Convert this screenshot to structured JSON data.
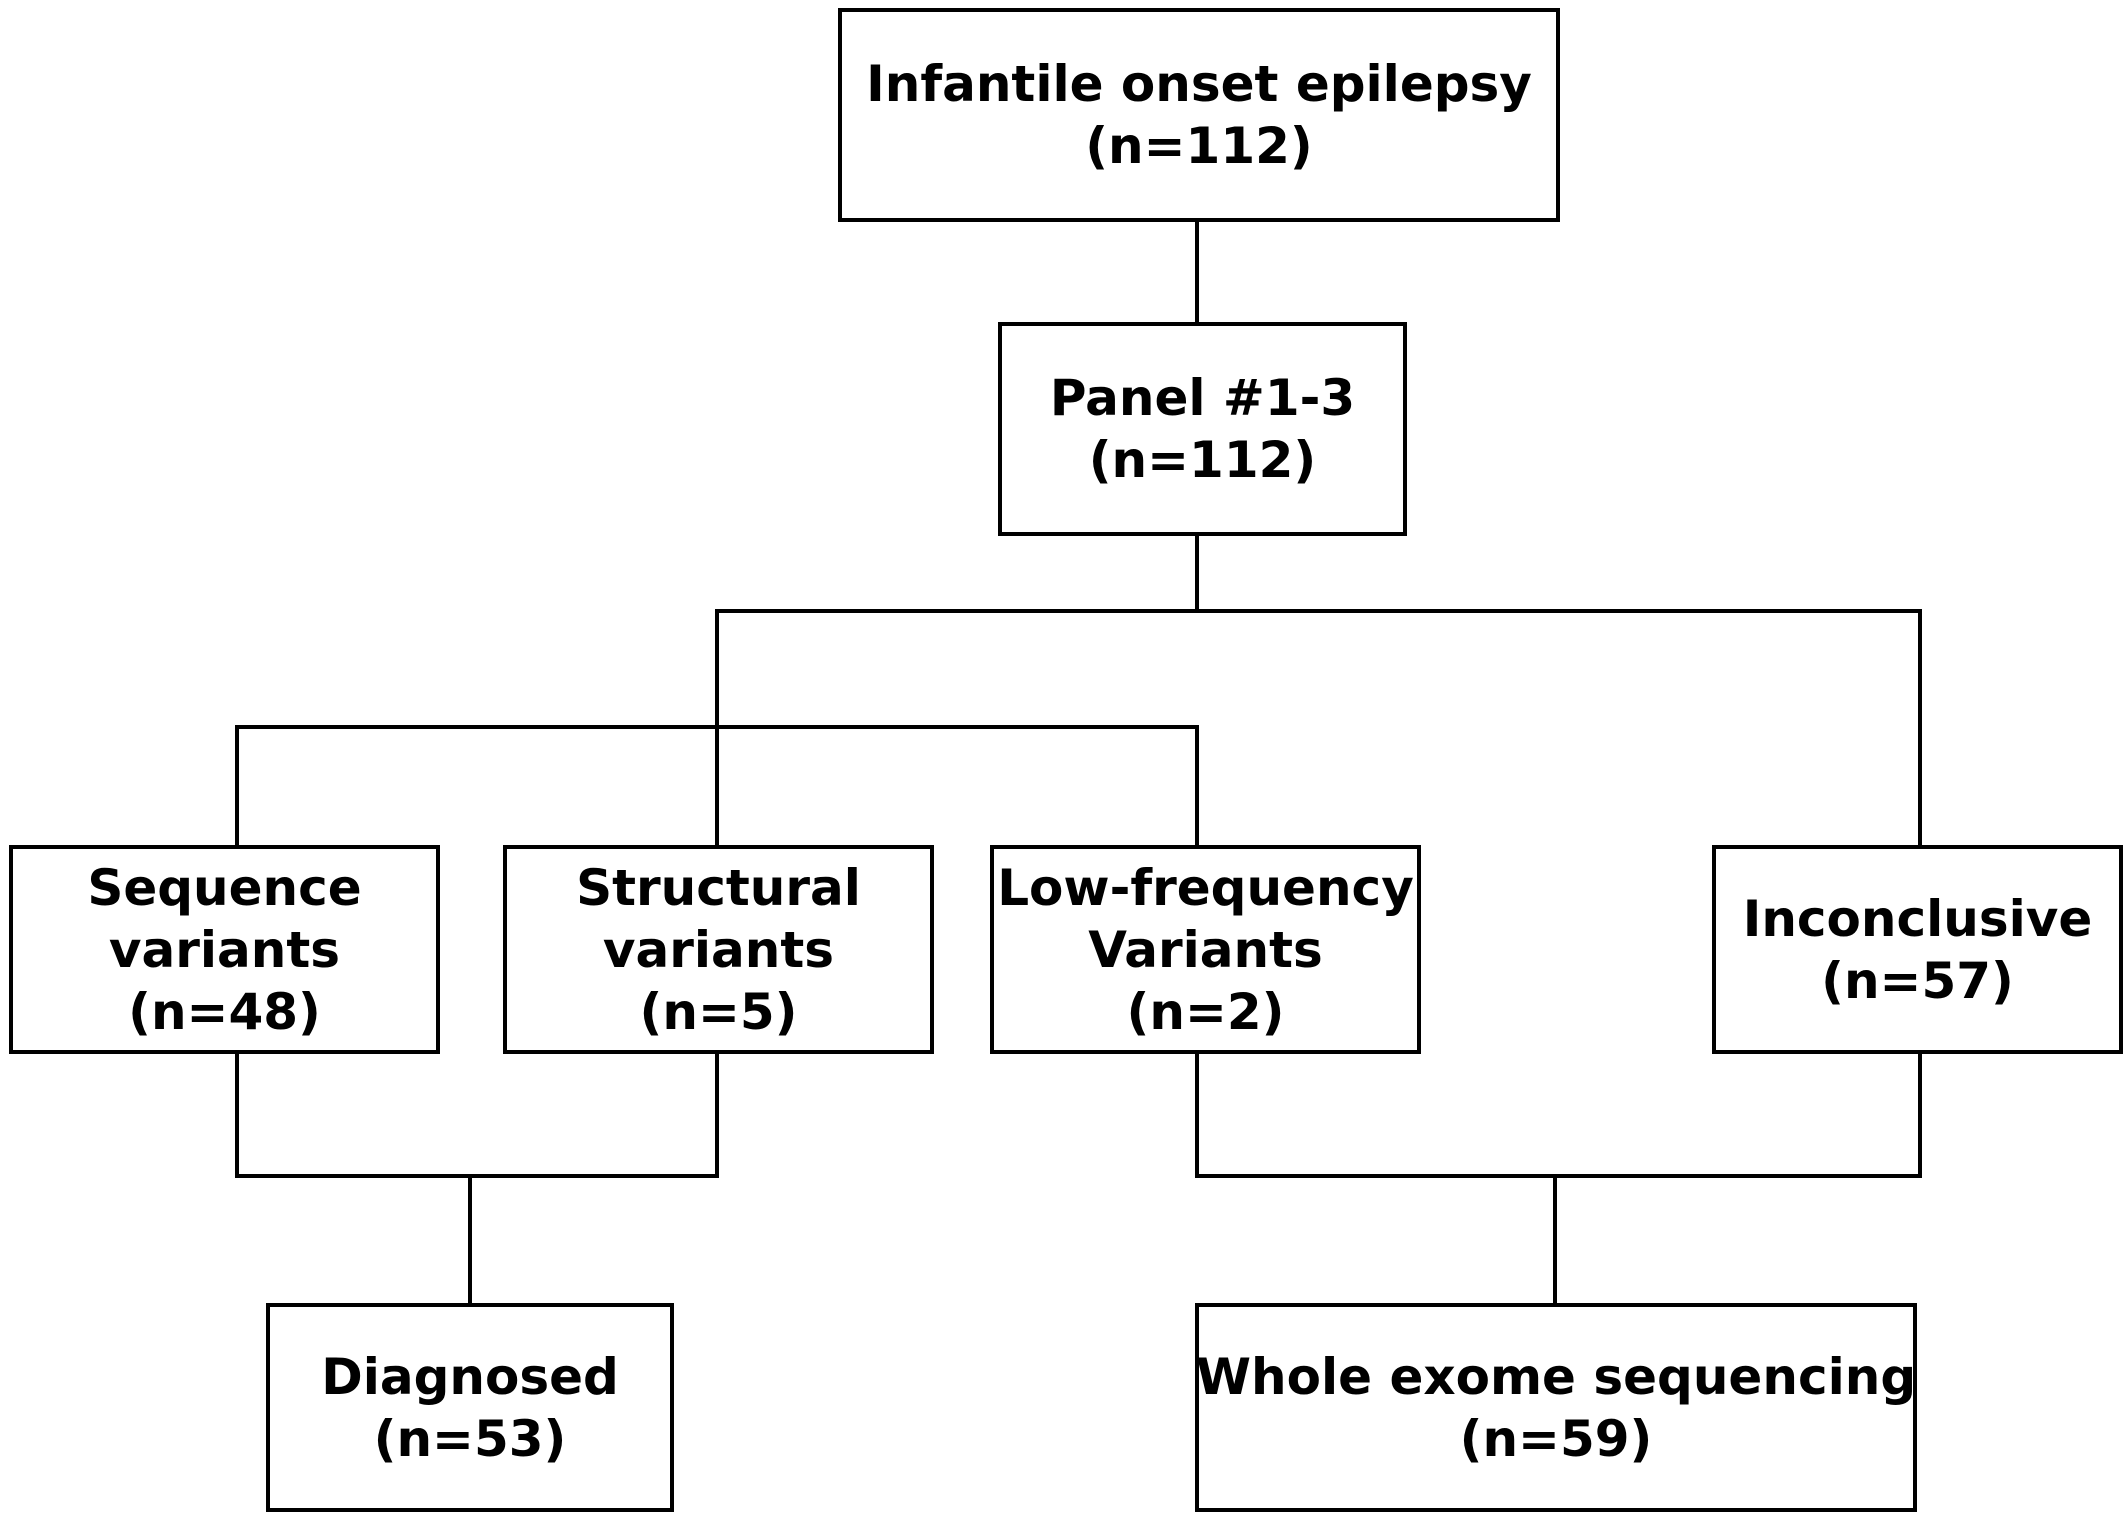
{
  "diagram": {
    "nodes": {
      "root": {
        "lines": [
          "Infantile onset epilepsy",
          "(n=112)"
        ]
      },
      "panel": {
        "lines": [
          "Panel #1-3",
          "(n=112)"
        ]
      },
      "sequence": {
        "lines": [
          "Sequence",
          "variants",
          "(n=48)"
        ]
      },
      "structural": {
        "lines": [
          "Structural",
          "variants",
          "(n=5)"
        ]
      },
      "lowfreq": {
        "lines": [
          "Low-frequency",
          "Variants",
          "(n=2)"
        ]
      },
      "inconclusive": {
        "lines": [
          "Inconclusive",
          "(n=57)"
        ]
      },
      "diagnosed": {
        "lines": [
          "Diagnosed",
          "(n=53)"
        ]
      },
      "wes": {
        "lines": [
          "Whole exome sequencing",
          "(n=59)"
        ]
      }
    },
    "colors": {
      "line": "#000000",
      "box_fill": "#ffffff",
      "text": "#000000"
    }
  }
}
